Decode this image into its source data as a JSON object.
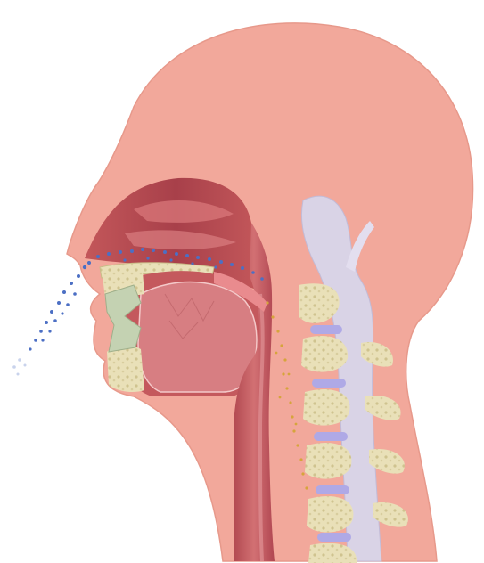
{
  "diagram": {
    "subject": "sagittal-head-cross-section",
    "colors": {
      "skin": "#F2A89B",
      "skin_edge": "#E7998B",
      "cavity_dark": "#B64A4F",
      "cavity_mid": "#CF6A6C",
      "tongue": "#D77E82",
      "teeth": "#EDE3C0",
      "bone": "#E9E0B8",
      "spine_tube": "#D9D3E6",
      "disc": "#AFA9E6",
      "particles_blue": "#4C6FC4",
      "particles_yellow": "#D6A43C"
    },
    "parts": [
      {
        "id": "head"
      },
      {
        "id": "nasal-cavity"
      },
      {
        "id": "oral-cavity"
      },
      {
        "id": "tongue"
      },
      {
        "id": "teeth"
      },
      {
        "id": "pharynx"
      },
      {
        "id": "vertebral-column"
      },
      {
        "id": "spinal-canal"
      },
      {
        "id": "particle-spray"
      }
    ]
  }
}
